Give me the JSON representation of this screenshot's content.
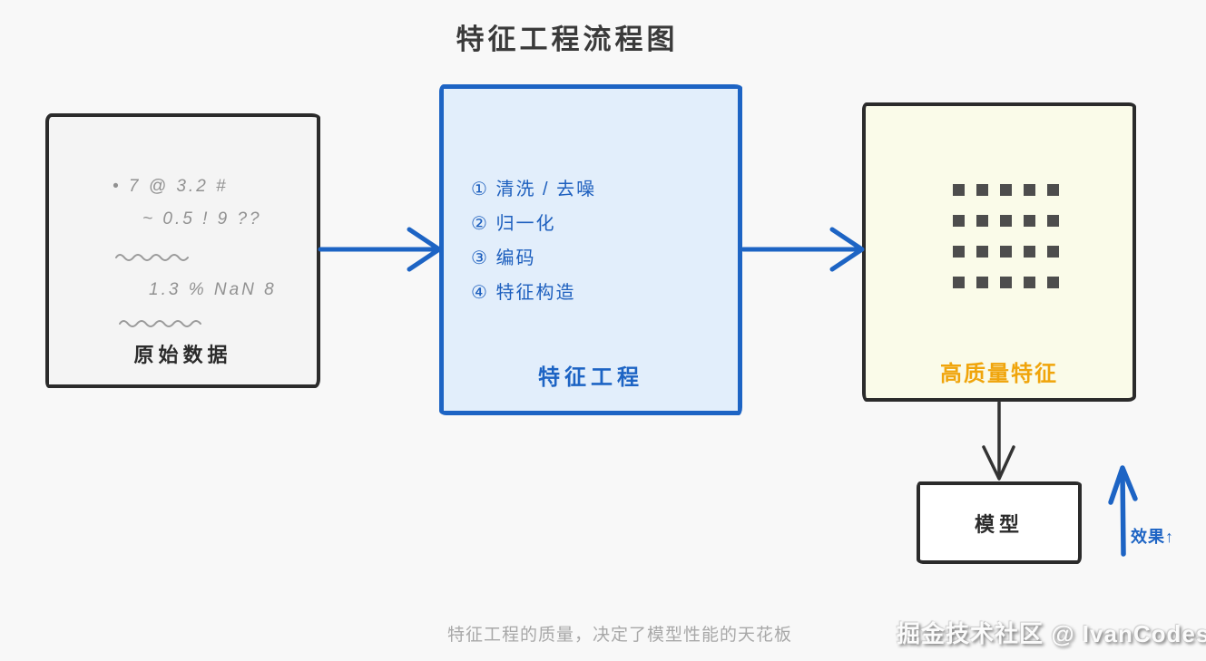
{
  "title": "特征工程流程图",
  "raw_box": {
    "scribbles": [
      "• 7 @ 3.2 #",
      "~ 0.5 ! 9 ??",
      "1.3 % NaN 8"
    ],
    "label": "原始数据"
  },
  "feature_box": {
    "steps": [
      "① 清洗 / 去噪",
      "② 归一化",
      "③ 编码",
      "④ 特征构造"
    ],
    "label": "特征工程"
  },
  "quality_box": {
    "label": "高质量特征",
    "grid": {
      "rows": 4,
      "cols": 5
    }
  },
  "model_box": {
    "label": "模型"
  },
  "effect_label": "效果↑",
  "caption": "特征工程的质量，决定了模型性能的天花板",
  "watermark": "掘金技术社区 @ IvanCodes",
  "colors": {
    "accent_blue": "#1d64c4",
    "accent_orange": "#f0a50c",
    "ink_dark": "#2b2b2b",
    "scribble_gray": "#919191",
    "caption_gray": "#a8a8a8",
    "page_background": "#f8f8f8",
    "raw_fill": "#f4f4f4",
    "feature_fill": "#e2eefb",
    "quality_fill": "#fafbe9",
    "square_fill": "#4d4d4d"
  }
}
